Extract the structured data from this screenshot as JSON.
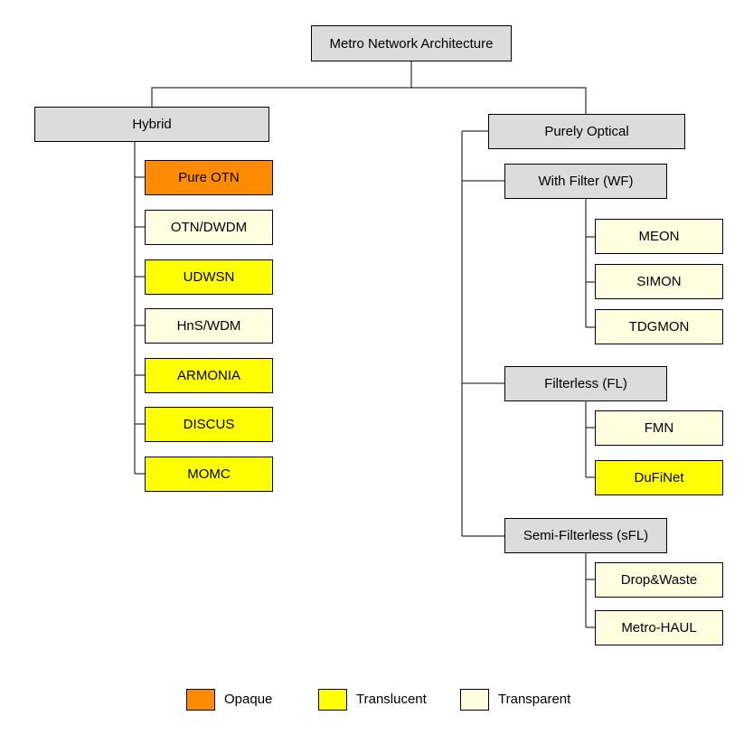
{
  "diagram": {
    "root": "Metro Network Architecture",
    "hybrid": {
      "label": "Hybrid",
      "children": [
        "Pure OTN",
        "OTN/DWDM",
        "UDWSN",
        "HnS/WDM",
        "ARMONIA",
        "DISCUS",
        "MOMC"
      ]
    },
    "optical": {
      "label": "Purely Optical",
      "with_filter": {
        "label": "With Filter (WF)",
        "children": [
          "MEON",
          "SIMON",
          "TDGMON"
        ]
      },
      "filterless": {
        "label": "Filterless (FL)",
        "children": [
          "FMN",
          "DuFiNet"
        ]
      },
      "semi_filterless": {
        "label": "Semi-Filterless (sFL)",
        "children": [
          "Drop&Waste",
          "Metro-HAUL"
        ]
      }
    }
  },
  "legend": {
    "opaque": "Opaque",
    "translucent": "Translucent",
    "transparent": "Transparent"
  },
  "colors": {
    "category": "#dcdcdc",
    "opaque": "#ff8c00",
    "translucent": "#ffff00",
    "transparent": "#ffffe0"
  }
}
